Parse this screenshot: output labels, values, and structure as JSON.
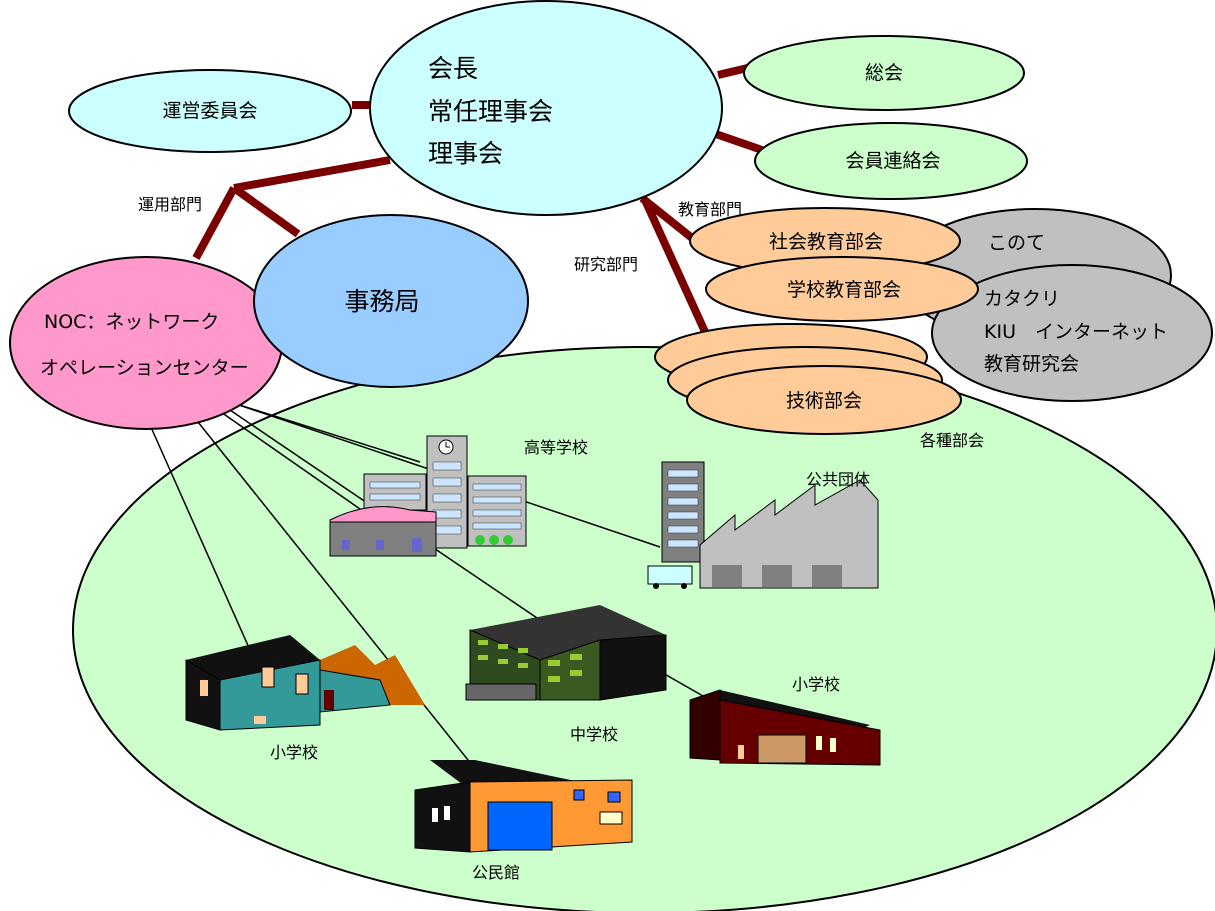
{
  "labels": {
    "president": "会長",
    "standing_board": "常任理事会",
    "board": "理事会",
    "steering_committee": "運営委員会",
    "general_assembly": "総会",
    "member_liaison": "会員連絡会",
    "operations_division": "運用部門",
    "secretariat": "事務局",
    "noc_line1": "NOC：ネットワーク",
    "noc_line2": "オペレーションセンター",
    "education_division": "教育部門",
    "research_division": "研究部門",
    "social_education": "社会教育部会",
    "school_education": "学校教育部会",
    "technical": "技術部会",
    "various_committees": "各種部会",
    "konote": "このて",
    "katakuri": "カタクリ",
    "kiu_internet": "KIU　インターネット",
    "education_research": "教育研究会",
    "high_school": "高等学校",
    "public_org": "公共団体",
    "junior_high": "中学校",
    "elementary_1": "小学校",
    "elementary_2": "小学校",
    "community_hall": "公民館"
  },
  "colors": {
    "connector": "#7a0000",
    "network_line": "#000000",
    "light_blue": "#ccffff",
    "light_green": "#ccffcc",
    "peach": "#ffcc99",
    "gray": "#c0c0c0",
    "pink": "#ff99cc",
    "secretariat_blue": "#99ccff",
    "area_green": "#ccffcc"
  }
}
